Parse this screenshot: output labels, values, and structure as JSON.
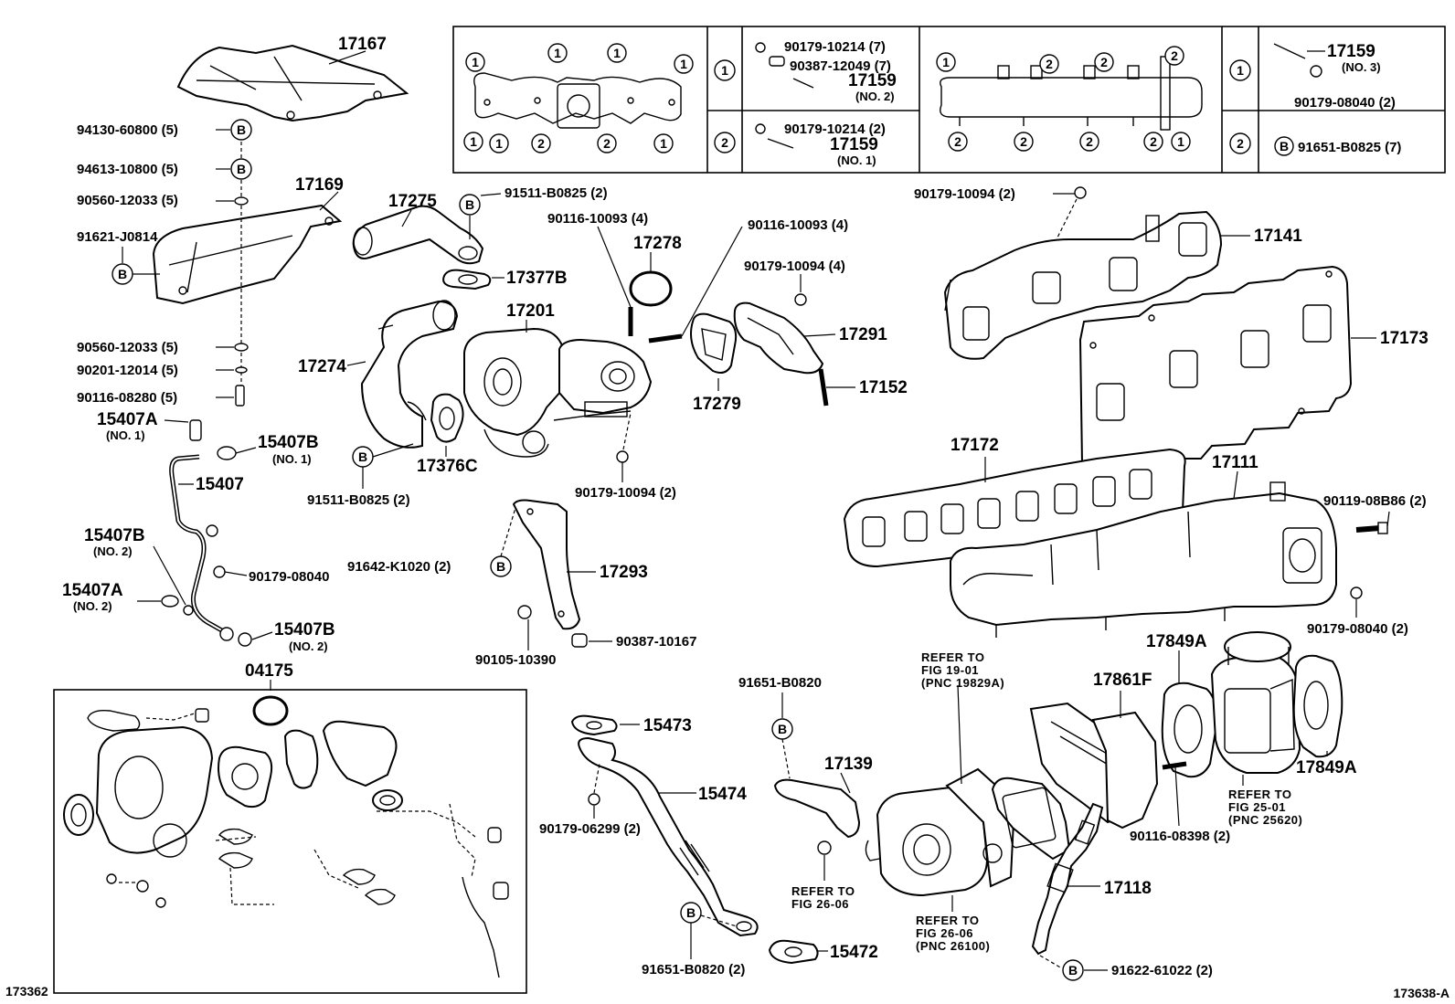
{
  "drawing": {
    "id_left": "173362",
    "id_right": "173638-A"
  },
  "legend": {
    "head_pipe": {
      "markers_top": [
        "1",
        "1",
        "1",
        "1"
      ],
      "markers_bottom": [
        "1",
        "1",
        "2",
        "2",
        "1"
      ]
    },
    "head_pipe_key": {
      "row1": {
        "mark": "1",
        "parts": [
          "90179-10214 (7)",
          "90387-12049 (7)",
          "17159",
          "(NO. 2)"
        ]
      },
      "row2": {
        "mark": "2",
        "parts": [
          "90179-10214 (2)",
          "17159",
          "(NO. 1)"
        ]
      }
    },
    "intake": {
      "markers_top": [
        "1",
        "2",
        "2",
        "2"
      ],
      "markers_bottom": [
        "2",
        "2",
        "2",
        "2",
        "1"
      ]
    },
    "intake_key": {
      "row1": {
        "mark": "1",
        "parts": [
          "17159",
          "(NO. 3)",
          "90179-08040 (2)"
        ]
      },
      "row2": {
        "mark": "2",
        "circle": "B",
        "parts": [
          "91651-B0825 (7)"
        ]
      }
    }
  },
  "callouts": {
    "p17167": "17167",
    "p94130": "94130-60800 (5)",
    "p94613": "94613-10800 (5)",
    "p90560a": "90560-12033 (5)",
    "p17169": "17169",
    "p91621": "91621-J0814",
    "p90560b": "90560-12033 (5)",
    "p90201": "90201-12014 (5)",
    "p90116a": "90116-08280 (5)",
    "p15407a1": "15407A",
    "p15407a1n": "(NO. 1)",
    "p15407b1": "15407B",
    "p15407b1n": "(NO. 1)",
    "p15407": "15407",
    "p15407b2": "15407B",
    "p15407b2n": "(NO. 2)",
    "p15407a2": "15407A",
    "p15407a2n": "(NO. 2)",
    "p90179_08040a": "90179-08040",
    "p15407b3": "15407B",
    "p15407b3n": "(NO. 2)",
    "p17275": "17275",
    "p91511a": "91511-B0825 (2)",
    "p17377b": "17377B",
    "p17274": "17274",
    "p17376c": "17376C",
    "p91511b": "91511-B0825 (2)",
    "p90116b": "90116-10093 (4)",
    "p17278": "17278",
    "p17201": "17201",
    "p90116c": "90116-10093 (4)",
    "p90179_10094a": "90179-10094 (4)",
    "p17291": "17291",
    "p17279": "17279",
    "p17152": "17152",
    "p90179_10094b": "90179-10094 (2)",
    "p91642": "91642-K1020 (2)",
    "p17293": "17293",
    "p90105": "90105-10390",
    "p90387": "90387-10167",
    "p04175": "04175",
    "p90179_10094c": "90179-10094 (2)",
    "p17141": "17141",
    "p17173": "17173",
    "p17172": "17172",
    "p17111": "17111",
    "p90119": "90119-08B86 (2)",
    "p90179_08040b": "90179-08040 (2)",
    "p91651a": "91651-B0820",
    "p15473": "15473",
    "p15474": "15474",
    "p90179_06299": "90179-06299 (2)",
    "p15472": "15472",
    "p91651b": "91651-B0820 (2)",
    "p17139": "17139",
    "p17849a1": "17849A",
    "p17849a2": "17849A",
    "p17861f": "17861F",
    "p90116d": "90116-08398 (2)",
    "p17118": "17118",
    "p91622": "91622-61022 (2)",
    "circle_b": "B"
  },
  "references": {
    "fig19": [
      "REFER TO",
      "FIG 19-01",
      "(PNC 19829A)"
    ],
    "fig26a": [
      "REFER TO",
      "FIG 26-06"
    ],
    "fig26b": [
      "REFER TO",
      "FIG 26-06",
      "(PNC 26100)"
    ],
    "fig25": [
      "REFER TO",
      "FIG 25-01",
      "(PNC 25620)"
    ]
  }
}
